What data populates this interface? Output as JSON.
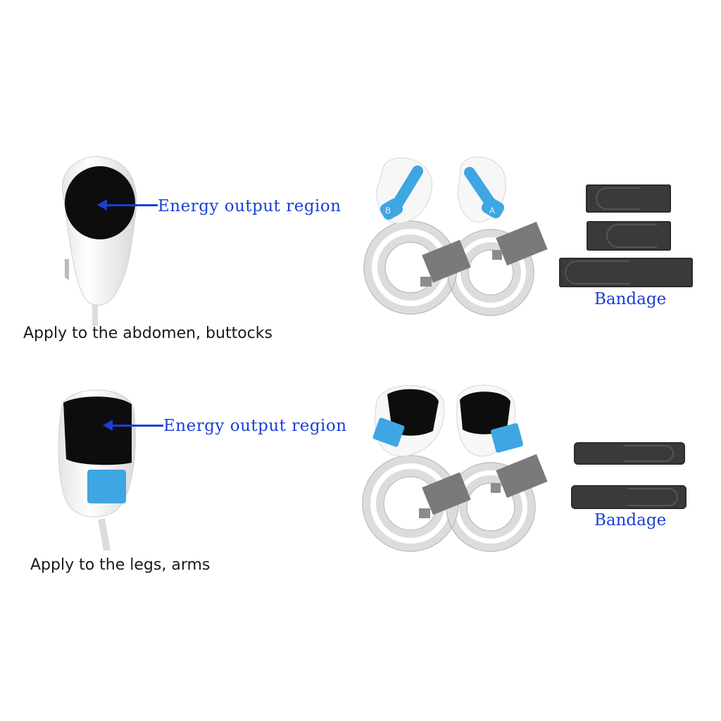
{
  "sections": [
    {
      "id": "abdomen",
      "arrow_label": "Energy output region",
      "caption": "Apply to the abdomen, buttocks",
      "handle_labels": [
        "B",
        "A"
      ],
      "bandage_label": "Bandage",
      "bandage_count": 3
    },
    {
      "id": "limbs",
      "arrow_label": "Energy output region",
      "caption": "Apply to the legs, arms",
      "bandage_label": "Bandage",
      "bandage_count": 2
    }
  ],
  "colors": {
    "label_blue": "#1a3fd6",
    "accent_blue": "#3ea6e3",
    "strap_gray": "#3a3a3a",
    "connector_gray": "#7a7a7a",
    "pad_black": "#0d0d0d"
  }
}
